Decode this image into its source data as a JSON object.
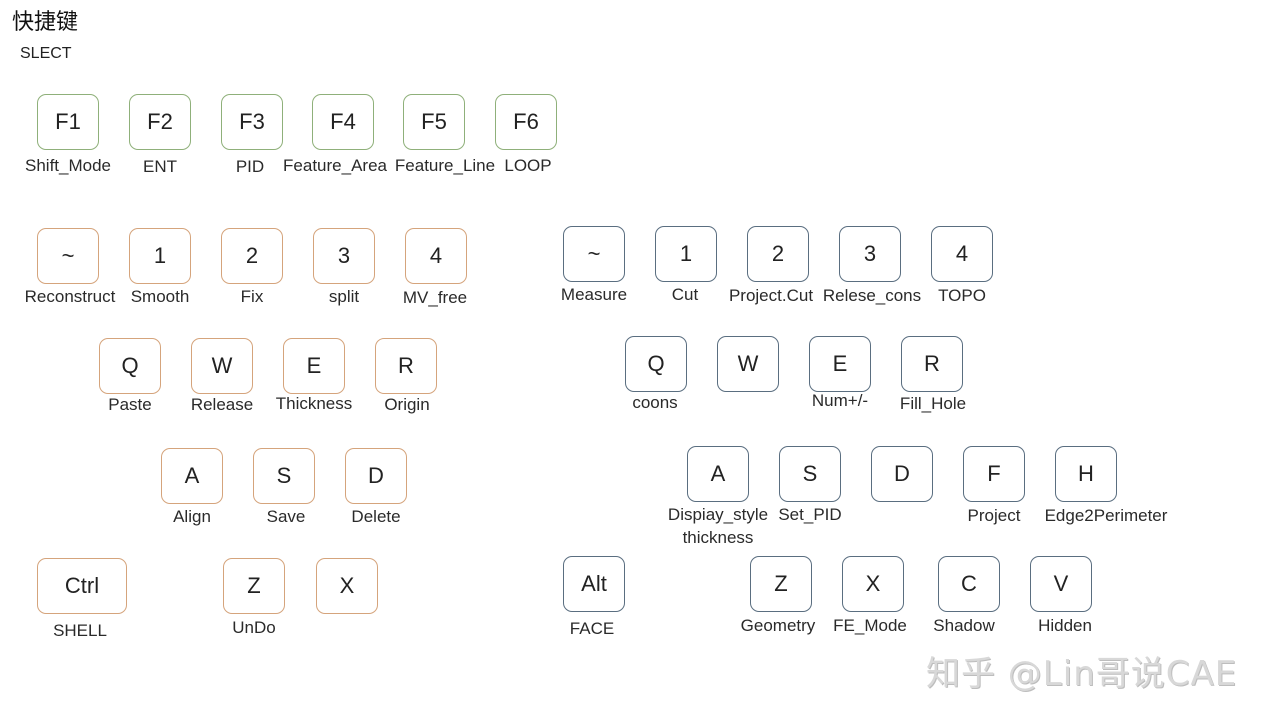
{
  "title": "快捷键",
  "subtitle": "SLECT",
  "colors": {
    "f_keys": "#8fb07a",
    "left_group": "#d5a47c",
    "right_group": "#5a6e80"
  },
  "f_keys": [
    {
      "key": "F1",
      "label": "Shift_Mode"
    },
    {
      "key": "F2",
      "label": "ENT"
    },
    {
      "key": "F3",
      "label": "PID"
    },
    {
      "key": "F4",
      "label": "Feature_Area"
    },
    {
      "key": "F5",
      "label": "Feature_Line"
    },
    {
      "key": "F6",
      "label": "LOOP"
    }
  ],
  "left": {
    "num_row": [
      {
        "key": "~",
        "label": "Reconstruct"
      },
      {
        "key": "1",
        "label": "Smooth"
      },
      {
        "key": "2",
        "label": "Fix"
      },
      {
        "key": "3",
        "label": "split"
      },
      {
        "key": "4",
        "label": "MV_free"
      }
    ],
    "q_row": [
      {
        "key": "Q",
        "label": "Paste"
      },
      {
        "key": "W",
        "label": "Release"
      },
      {
        "key": "E",
        "label": "Thickness"
      },
      {
        "key": "R",
        "label": "Origin"
      }
    ],
    "a_row": [
      {
        "key": "A",
        "label": "Align"
      },
      {
        "key": "S",
        "label": "Save"
      },
      {
        "key": "D",
        "label": "Delete"
      }
    ],
    "z_row": [
      {
        "key": "Ctrl",
        "label": "SHELL"
      },
      {
        "key": "Z",
        "label": "UnDo"
      },
      {
        "key": "X",
        "label": ""
      }
    ]
  },
  "right": {
    "num_row": [
      {
        "key": "~",
        "label": "Measure"
      },
      {
        "key": "1",
        "label": "Cut"
      },
      {
        "key": "2",
        "label": "Project.Cut"
      },
      {
        "key": "3",
        "label": "Relese_cons"
      },
      {
        "key": "4",
        "label": "TOPO"
      }
    ],
    "q_row": [
      {
        "key": "Q",
        "label": "coons"
      },
      {
        "key": "W",
        "label": ""
      },
      {
        "key": "E",
        "label": "Num+/-"
      },
      {
        "key": "R",
        "label": "Fill_Hole"
      }
    ],
    "a_row": [
      {
        "key": "A",
        "label": "Dispiay_style",
        "label2": "thickness"
      },
      {
        "key": "S",
        "label": "Set_PID"
      },
      {
        "key": "D",
        "label": ""
      },
      {
        "key": "F",
        "label": "Project"
      },
      {
        "key": "H",
        "label": "Edge2Perimeter"
      }
    ],
    "z_row": [
      {
        "key": "Alt",
        "label": "FACE"
      },
      {
        "key": "Z",
        "label": "Geometry"
      },
      {
        "key": "X",
        "label": "FE_Mode"
      },
      {
        "key": "C",
        "label": "Shadow"
      },
      {
        "key": "V",
        "label": "Hidden"
      }
    ]
  },
  "watermark": "知乎 @Lin哥说CAE"
}
